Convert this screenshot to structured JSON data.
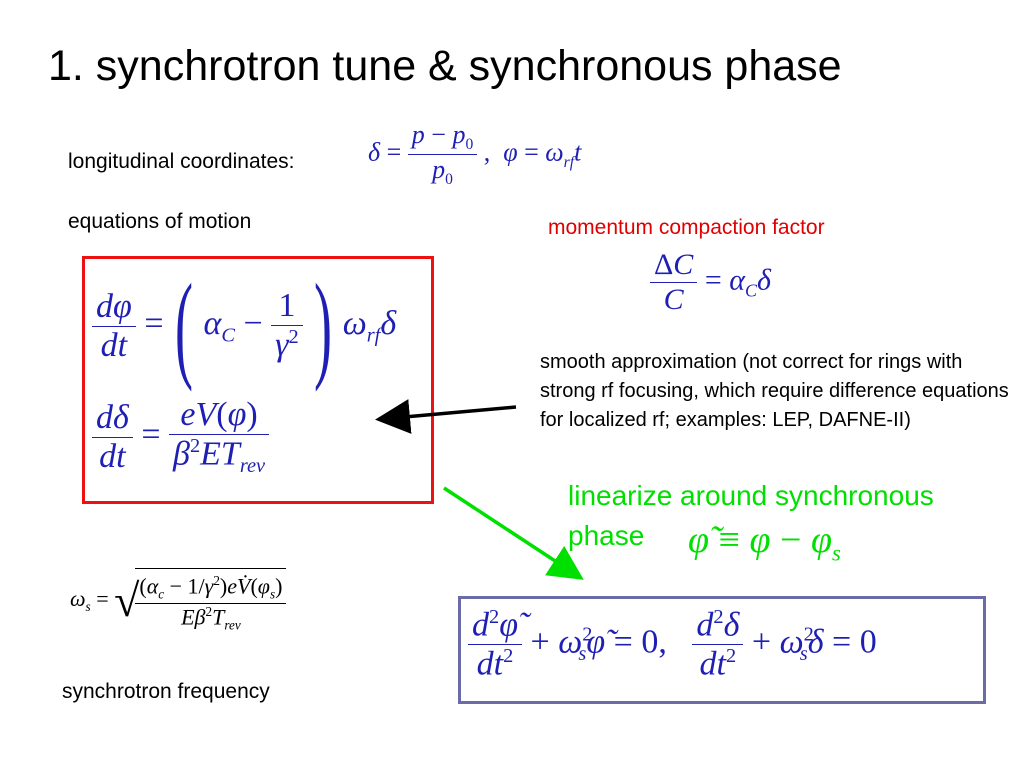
{
  "slide": {
    "title": "1. synchrotron tune & synchronous phase",
    "longitudinal_label": "longitudinal coordinates:",
    "equations_label": "equations of motion",
    "compaction_label": "momentum compaction factor",
    "smooth_note": "smooth approximation (not correct for rings with strong rf focusing, which require difference equations for localized rf; examples: LEP, DAFNE-II)",
    "linearize_line1": "linearize around synchronous",
    "linearize_line2": "phase",
    "synchrotron_frequency_label": "synchrotron frequency"
  },
  "colors": {
    "title": "#000000",
    "equation_text": "#1f1fb4",
    "red_label": "#e00000",
    "green_label": "#00e000",
    "red_box": "#ee1111",
    "purple_box": "#6b6ba8"
  }
}
